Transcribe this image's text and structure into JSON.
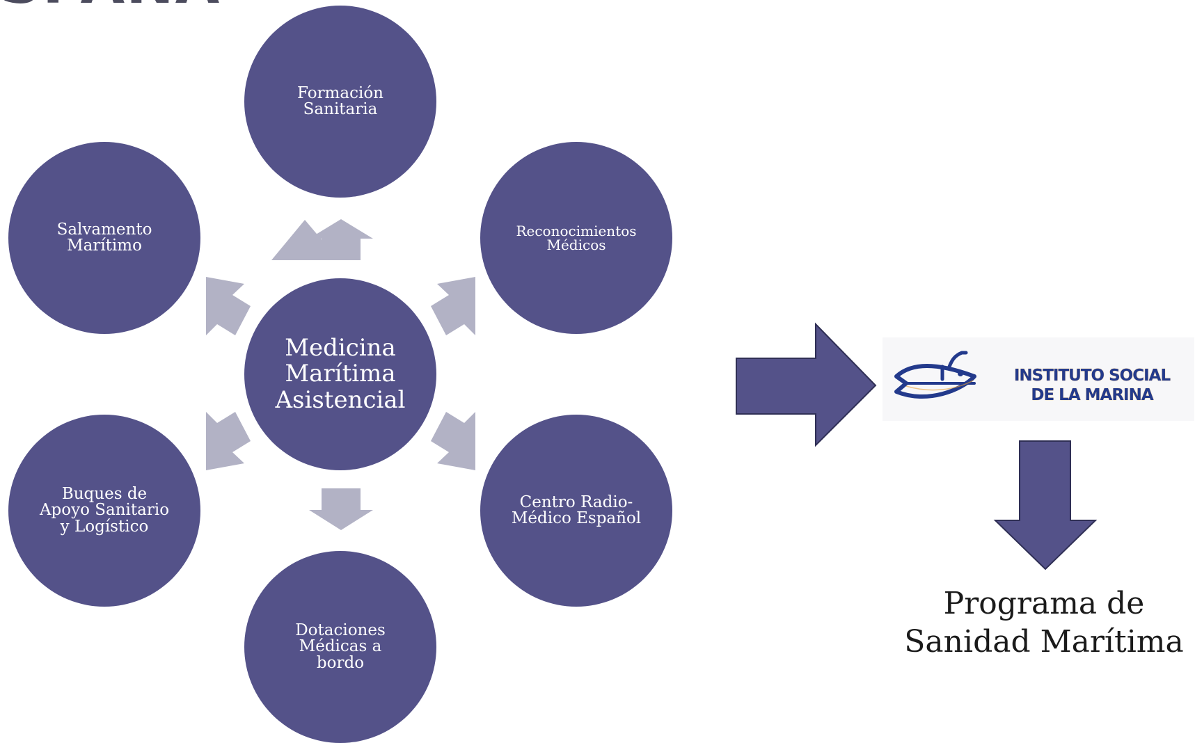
{
  "header": {
    "title_fragment": "SPAÑA"
  },
  "diagram": {
    "center": {
      "label": "Medicina Marítima Asistencial"
    },
    "nodes": {
      "top": "Formación Sanitaria",
      "upper_right": "Reconocimientos Médicos",
      "lower_right": "Centro Radio-Médico Español",
      "bottom": "Dotaciones Médicas a bordo",
      "lower_left": "Buques de Apoyo Sanitario y Logístico",
      "upper_left": "Salvamento Marítimo"
    }
  },
  "logo": {
    "line1": "INSTITUTO SOCIAL",
    "line2": "DE LA MARINA"
  },
  "result": {
    "label": "Programa de Sanidad Marítima"
  },
  "colors": {
    "circle": "#545289",
    "small_arrow": "#b2b2c5",
    "big_arrow": "#545289",
    "logo_text": "#233a8c"
  }
}
